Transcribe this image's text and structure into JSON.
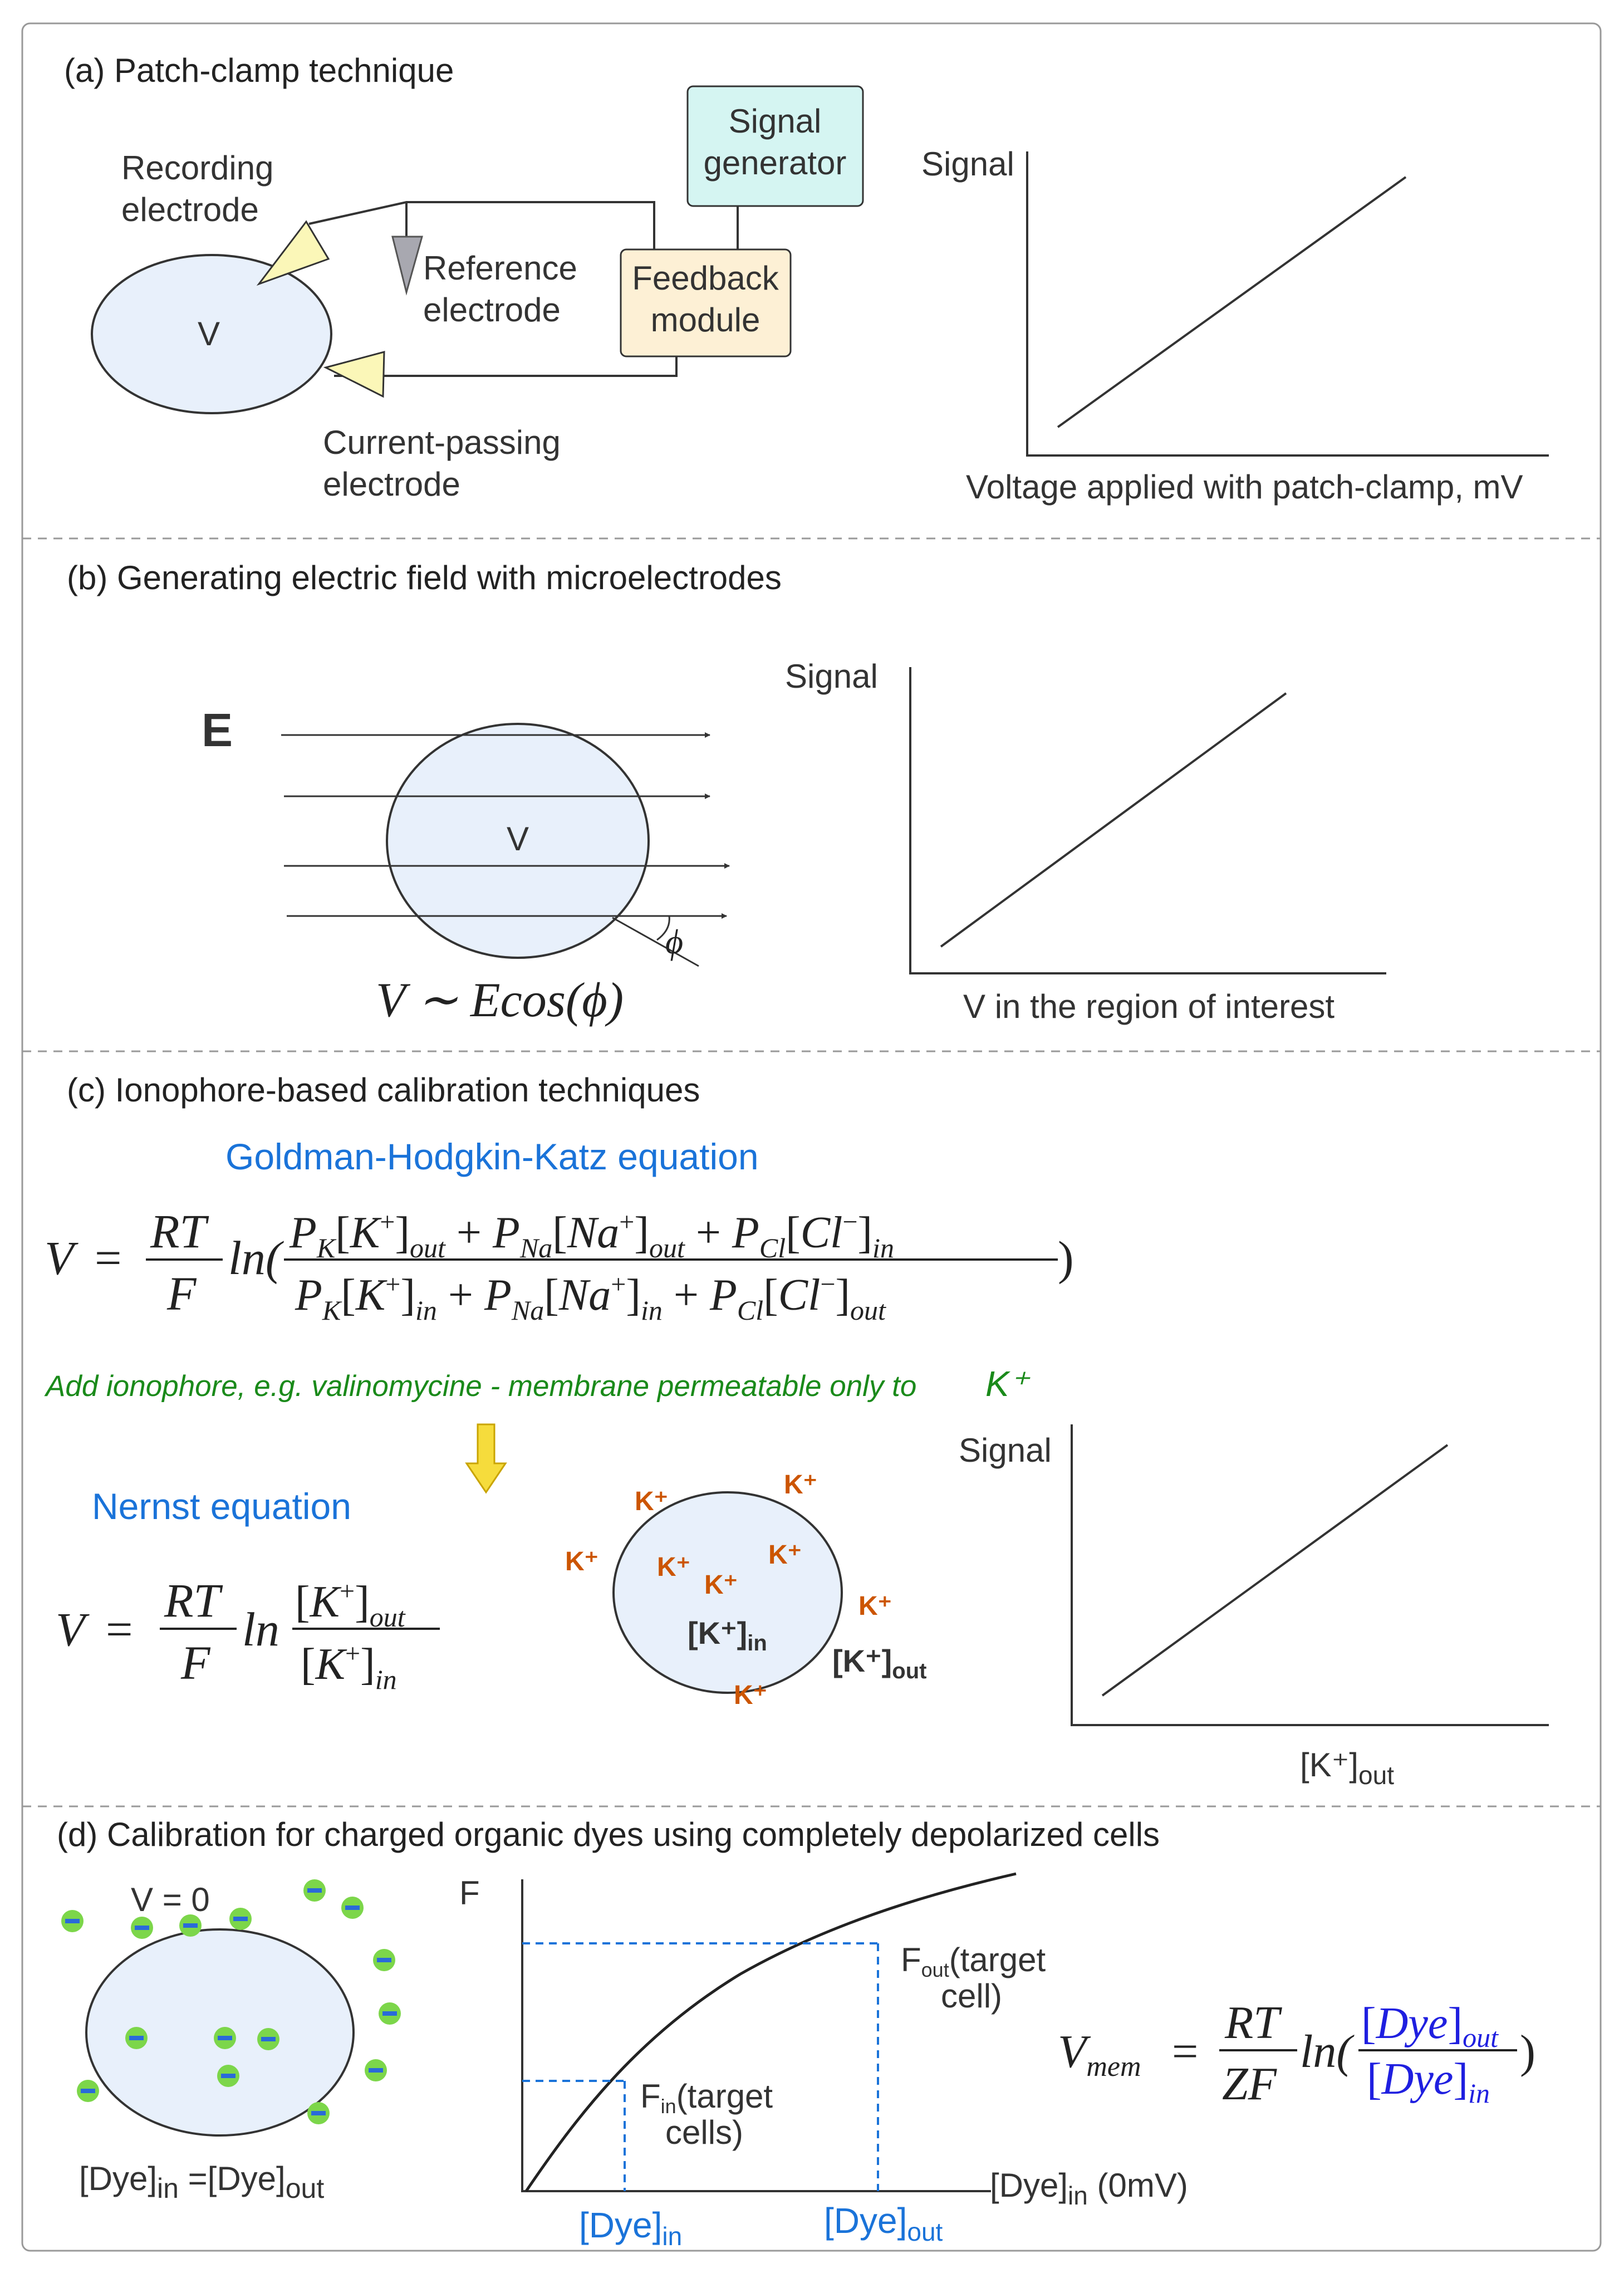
{
  "sections": {
    "a": {
      "title": "(a) Patch-clamp technique",
      "recording_electrode": [
        "Recording",
        "electrode"
      ],
      "reference_electrode": [
        "Reference",
        "electrode"
      ],
      "current_electrode": [
        "Current-passing",
        "electrode"
      ],
      "signal_generator": [
        "Signal",
        "generator"
      ],
      "feedback_module": [
        "Feedback",
        "module"
      ],
      "cell_label": "V",
      "plot_ylabel": "Signal",
      "plot_xlabel": "Voltage applied with patch-clamp, mV"
    },
    "b": {
      "title": "(b) Generating electric field with microelectrodes",
      "field_label": "E",
      "cell_label": "V",
      "angle_label": "ϕ",
      "equation": "V ∼ Ecos(ϕ)",
      "plot_ylabel": "Signal",
      "plot_xlabel": "V in the region of interest"
    },
    "c": {
      "title": "(c) Ionophore-based calibration techniques",
      "ghk_title": "Goldman-Hodgkin-Katz equation",
      "ionophore_note": "Add ionophore, e.g. valinomycine - membrane permeatable only to",
      "ionophore_ion": "K⁺",
      "nernst_title": "Nernst equation",
      "k_ion": "K⁺",
      "k_in": "[K⁺]",
      "k_in_sub": "in",
      "k_out": "[K⁺]",
      "k_out_sub": "out",
      "plot_ylabel": "Signal",
      "plot_xlabel": "[K⁺]",
      "plot_xlabel_sub": "out"
    },
    "d": {
      "title": "(d) Calibration for charged organic dyes using completely depolarized cells",
      "v_zero": "V = 0",
      "dye_eq": "[Dye]",
      "dye_eq_in": "in",
      "dye_eq_mid": " =[Dye]",
      "dye_eq_out": "out",
      "plot_ylabel": "F",
      "plot_xlabel": "[Dye]",
      "plot_xlabel_sub": "in",
      "plot_xlabel_tail": " (0mV)",
      "tick_in": "[Dye]",
      "tick_in_sub": "in",
      "tick_out": "[Dye]",
      "tick_out_sub": "out",
      "f_out": "F",
      "f_out_sub": "out",
      "f_out_rest": [
        "(target",
        "cell)"
      ],
      "f_in": "F",
      "f_in_sub": "in",
      "f_in_rest": [
        "(target",
        "cells)"
      ]
    }
  },
  "colors": {
    "cell_fill": "#e8f0fb",
    "signal_generator": "#d5f5f2",
    "feedback_module": "#fdf0d5",
    "electrode": "#fbf7b8",
    "dye_particle": "#7cd64a",
    "dye_charge": "#2a6ad9",
    "accent_blue": "#1a73d9",
    "ion_orange": "#cc5500",
    "note_green": "#1a8a1a"
  }
}
